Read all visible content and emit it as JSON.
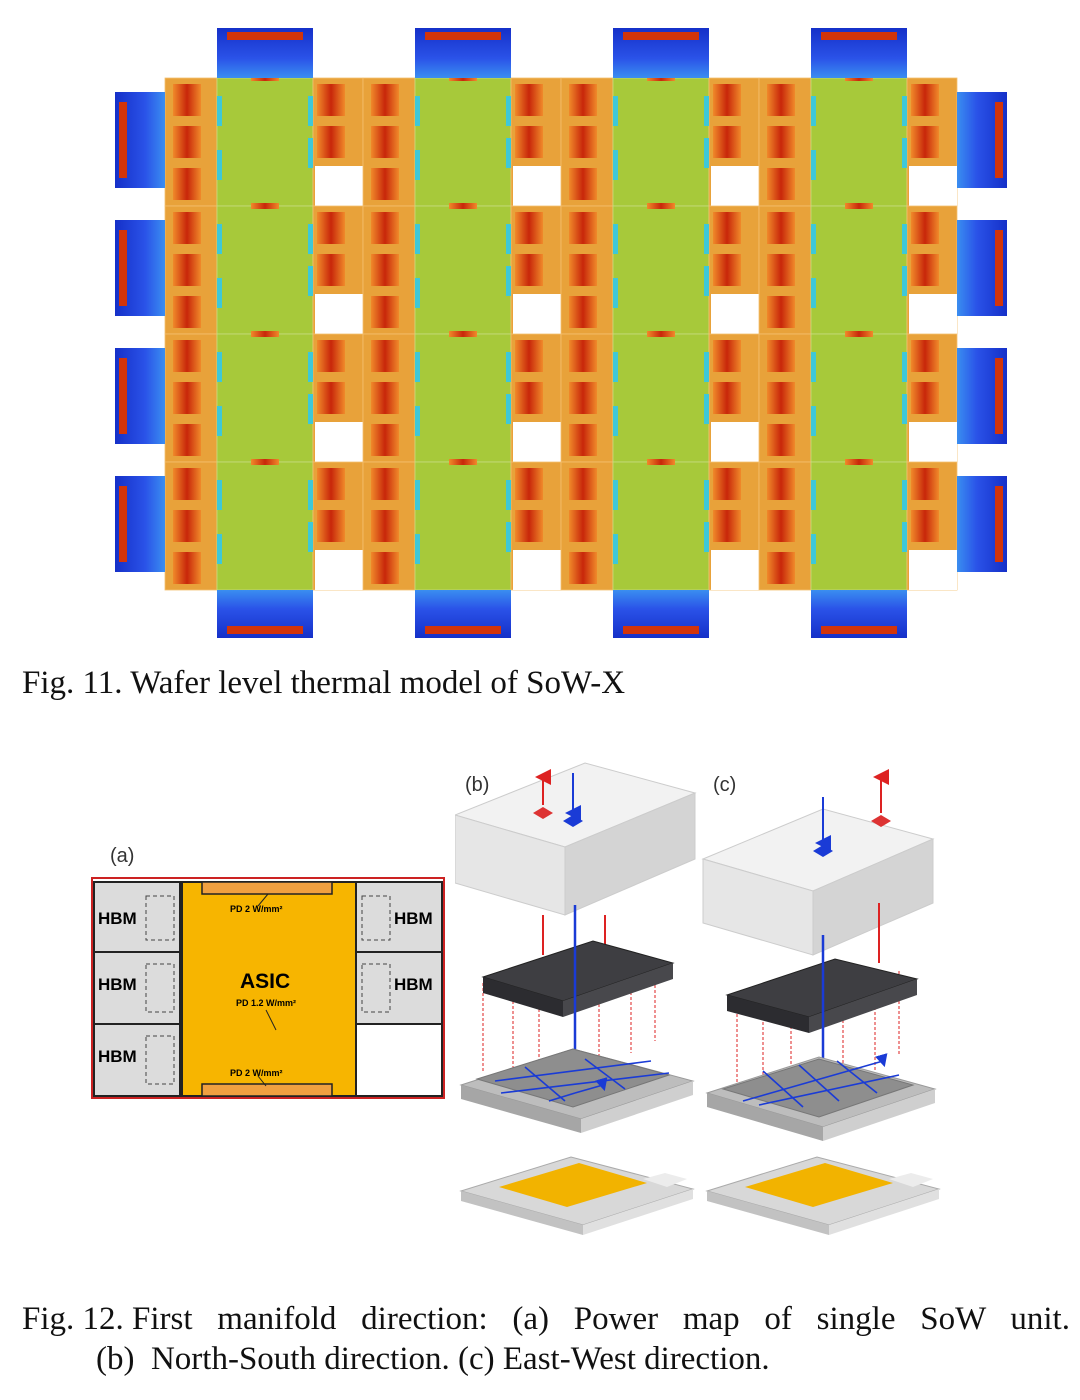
{
  "figure11": {
    "caption": "Fig. 11. Wafer level thermal model of SoW-X"
  },
  "figure12": {
    "caption_line1": "Fig. 12. First   manifold   direction:   (a)   Power   map   of   single   SoW   unit.",
    "caption_line2": "(b)  North-South direction. (c) East-West direction.",
    "panel_a": {
      "label": "(a)",
      "hbm": "HBM",
      "asic": "ASIC",
      "pd_top": "PD 2 W/mm²",
      "pd_center": "PD 1.2 W/mm²",
      "pd_bottom": "PD 2 W/mm²"
    },
    "panel_b": {
      "label": "(b)"
    },
    "panel_c": {
      "label": "(c)"
    }
  },
  "colors": {
    "asic": "#f7b500",
    "thermal_green": "#a7c93a",
    "thermal_red": "#d2340a",
    "thermal_blue": "#1a3bd6",
    "manifold_dark": "#3e3e42"
  }
}
